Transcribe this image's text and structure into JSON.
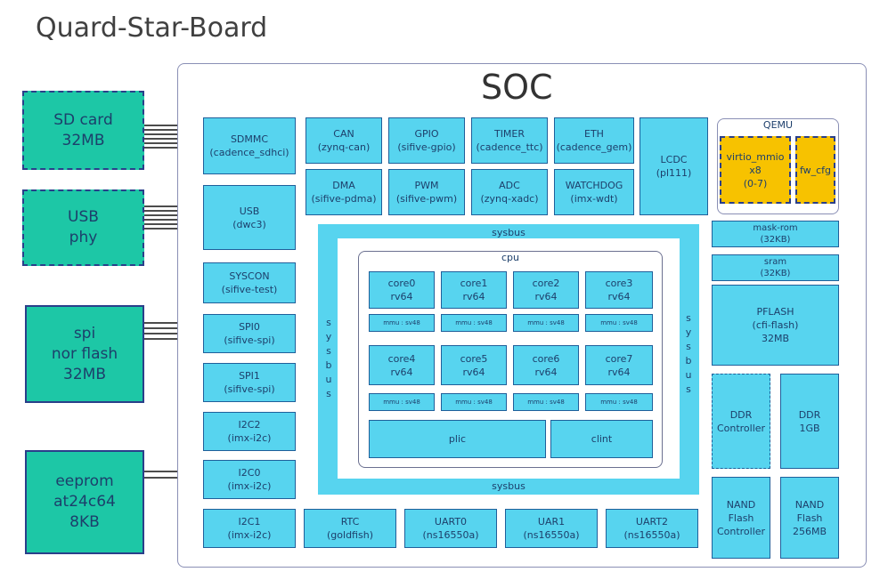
{
  "title": "Quard-Star-Board",
  "soc": {
    "label": "SOC"
  },
  "external": {
    "sdcard": [
      "SD card",
      "32MB"
    ],
    "usbphy": [
      "USB",
      "phy"
    ],
    "norflash": [
      "spi",
      "nor flash",
      "32MB"
    ],
    "eeprom": [
      "eeprom",
      "at24c64",
      "8KB"
    ]
  },
  "peripherals": {
    "sdmmc": [
      "SDMMC",
      "(cadence_sdhci)"
    ],
    "can": [
      "CAN",
      "(zynq-can)"
    ],
    "gpio": [
      "GPIO",
      "(sifive-gpio)"
    ],
    "timer": [
      "TIMER",
      "(cadence_ttc)"
    ],
    "eth": [
      "ETH",
      "(cadence_gem)"
    ],
    "lcdc": [
      "LCDC",
      "(pl111)"
    ],
    "dma": [
      "DMA",
      "(sifive-pdma)"
    ],
    "pwm": [
      "PWM",
      "(sifive-pwm)"
    ],
    "adc": [
      "ADC",
      "(zynq-xadc)"
    ],
    "watchdog": [
      "WATCHDOG",
      "(imx-wdt)"
    ],
    "usb": [
      "USB",
      "(dwc3)"
    ],
    "syscon": [
      "SYSCON",
      "(sifive-test)"
    ],
    "spi0": [
      "SPI0",
      "(sifive-spi)"
    ],
    "spi1": [
      "SPI1",
      "(sifive-spi)"
    ],
    "i2c2": [
      "I2C2",
      "(imx-i2c)"
    ],
    "i2c0": [
      "I2C0",
      "(imx-i2c)"
    ],
    "i2c1": [
      "I2C1",
      "(imx-i2c)"
    ],
    "rtc": [
      "RTC",
      "(goldfish)"
    ],
    "uart0": [
      "UART0",
      "(ns16550a)"
    ],
    "uart1": [
      "UAR1",
      "(ns16550a)"
    ],
    "uart2": [
      "UART2",
      "(ns16550a)"
    ]
  },
  "qemu": {
    "label": "QEMU",
    "virtio": [
      "virtio_mmio",
      "x8",
      "(0-7)"
    ],
    "fwcfg": [
      "fw_cfg"
    ]
  },
  "memory": {
    "maskrom": [
      "mask-rom",
      "(32KB)"
    ],
    "sram": [
      "sram",
      "(32KB)"
    ],
    "pflash": [
      "PFLASH",
      "(cfi-flash)",
      "32MB"
    ],
    "ddrctl": [
      "DDR",
      "Controller"
    ],
    "ddr": [
      "DDR",
      "1GB"
    ],
    "nandctl": [
      "NAND",
      "Flash",
      "Controller"
    ],
    "nand": [
      "NAND",
      "Flash",
      "256MB"
    ]
  },
  "sysbus": {
    "top": "sysbus",
    "bottom": "sysbus",
    "left": "sysbus",
    "right": "sysbus"
  },
  "cpu": {
    "label": "cpu",
    "cores": [
      [
        "core0",
        "rv64"
      ],
      [
        "core1",
        "rv64"
      ],
      [
        "core2",
        "rv64"
      ],
      [
        "core3",
        "rv64"
      ],
      [
        "core4",
        "rv64"
      ],
      [
        "core5",
        "rv64"
      ],
      [
        "core6",
        "rv64"
      ],
      [
        "core7",
        "rv64"
      ]
    ],
    "mmu": "mmu : sv48",
    "plic": "plic",
    "clint": "clint"
  }
}
